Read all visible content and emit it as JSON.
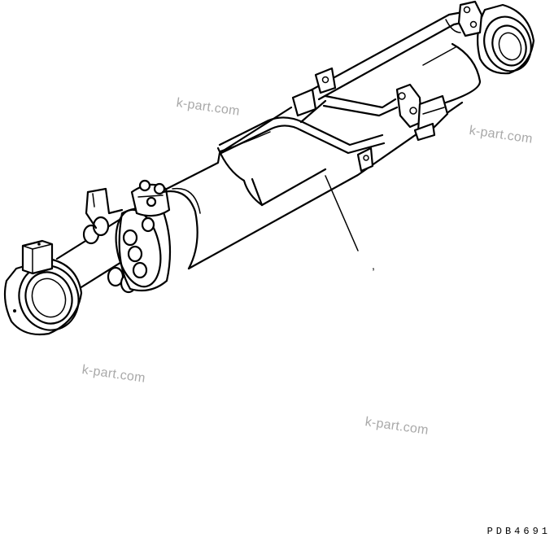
{
  "diagram": {
    "callout_mark": ",",
    "drawing_code": "PDB4691"
  },
  "watermarks": [
    "k-part.com",
    "k-part.com",
    "k-part.com",
    "k-part.com"
  ]
}
